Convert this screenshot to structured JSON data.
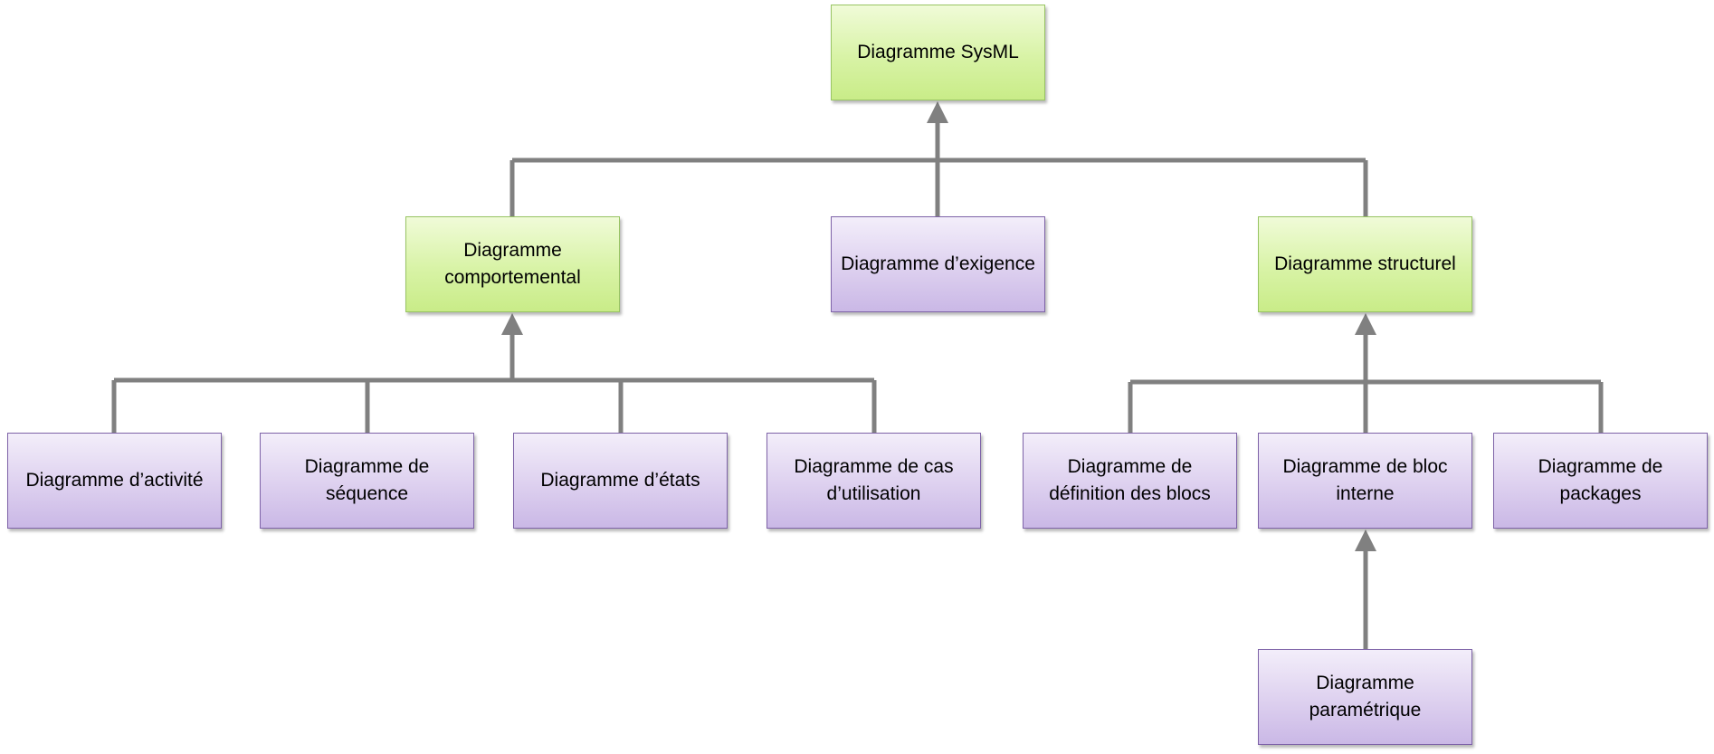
{
  "nodes": {
    "root": {
      "label": "Diagramme SysML",
      "color": "#d8f3a6"
    },
    "comportemental": {
      "label": "Diagramme comportemental",
      "color": "#d8f3a6"
    },
    "exigence": {
      "label": "Diagramme d’exigence",
      "color": "#ddd0ef"
    },
    "structurel": {
      "label": "Diagramme structurel",
      "color": "#d8f3a6"
    },
    "activite": {
      "label": "Diagramme d’activité",
      "color": "#ddd0ef"
    },
    "sequence": {
      "label": "Diagramme de séquence",
      "color": "#ddd0ef"
    },
    "etats": {
      "label": "Diagramme d’états",
      "color": "#ddd0ef"
    },
    "cas": {
      "label": "Diagramme de cas d’utilisation",
      "color": "#ddd0ef"
    },
    "definition": {
      "label": "Diagramme de définition des blocs",
      "color": "#ddd0ef"
    },
    "bloc_interne": {
      "label": "Diagramme de bloc interne",
      "color": "#ddd0ef"
    },
    "packages": {
      "label": "Diagramme de packages",
      "color": "#ddd0ef"
    },
    "parametrique": {
      "label": "Diagramme paramétrique",
      "color": "#ddd0ef"
    }
  },
  "connector_color": "#808080"
}
